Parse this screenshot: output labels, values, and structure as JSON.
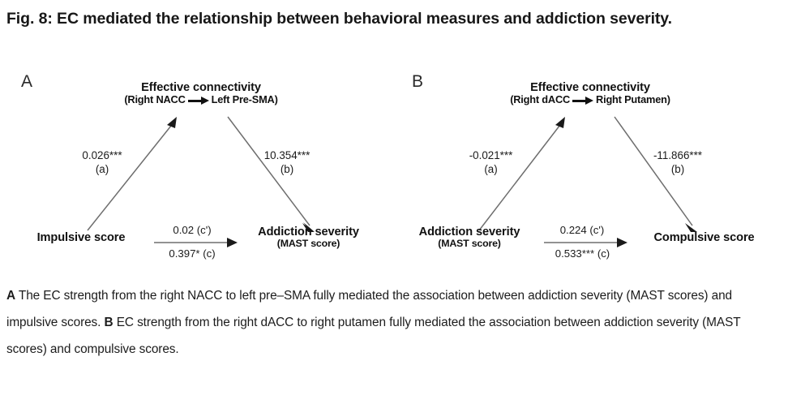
{
  "figure": {
    "title": "Fig. 8: EC mediated the relationship between behavioral measures and addiction severity."
  },
  "panels": [
    {
      "letter": "A",
      "mediator": {
        "title": "Effective connectivity",
        "source": "(Right NACC",
        "arrow_icon": "right-arrow-icon",
        "target": "Left Pre-SMA)"
      },
      "predictor": {
        "main": "Impulsive score",
        "sub": ""
      },
      "outcome": {
        "main": "Addiction severity",
        "sub": "(MAST score)"
      },
      "paths": {
        "a": {
          "value": "0.026***",
          "tag": "(a)"
        },
        "b": {
          "value": "10.354***",
          "tag": "(b)"
        },
        "c_prime": "0.02 (c')",
        "c": "0.397* (c)"
      }
    },
    {
      "letter": "B",
      "mediator": {
        "title": "Effective connectivity",
        "source": "(Right dACC",
        "arrow_icon": "right-arrow-icon",
        "target": "Right Putamen)"
      },
      "predictor": {
        "main": "Addiction severity",
        "sub": "(MAST score)"
      },
      "outcome": {
        "main": "Compulsive score",
        "sub": ""
      },
      "paths": {
        "a": {
          "value": "-0.021***",
          "tag": "(a)"
        },
        "b": {
          "value": "-11.866***",
          "tag": "(b)"
        },
        "c_prime": "0.224 (c')",
        "c": "0.533*** (c)"
      }
    }
  ],
  "caption": {
    "a_label": "A",
    "a_text": " The EC strength from the right NACC to left pre–SMA fully mediated the association between addiction severity (MAST scores) and impulsive scores. ",
    "b_label": "B",
    "b_text": " EC strength from the right dACC to right putamen fully mediated the association between addiction severity (MAST scores) and compulsive scores."
  },
  "colors": {
    "text": "#1a1a1a",
    "wire": "#6e6e6e",
    "arrowhead": "#1a1a1a",
    "background": "#ffffff"
  }
}
